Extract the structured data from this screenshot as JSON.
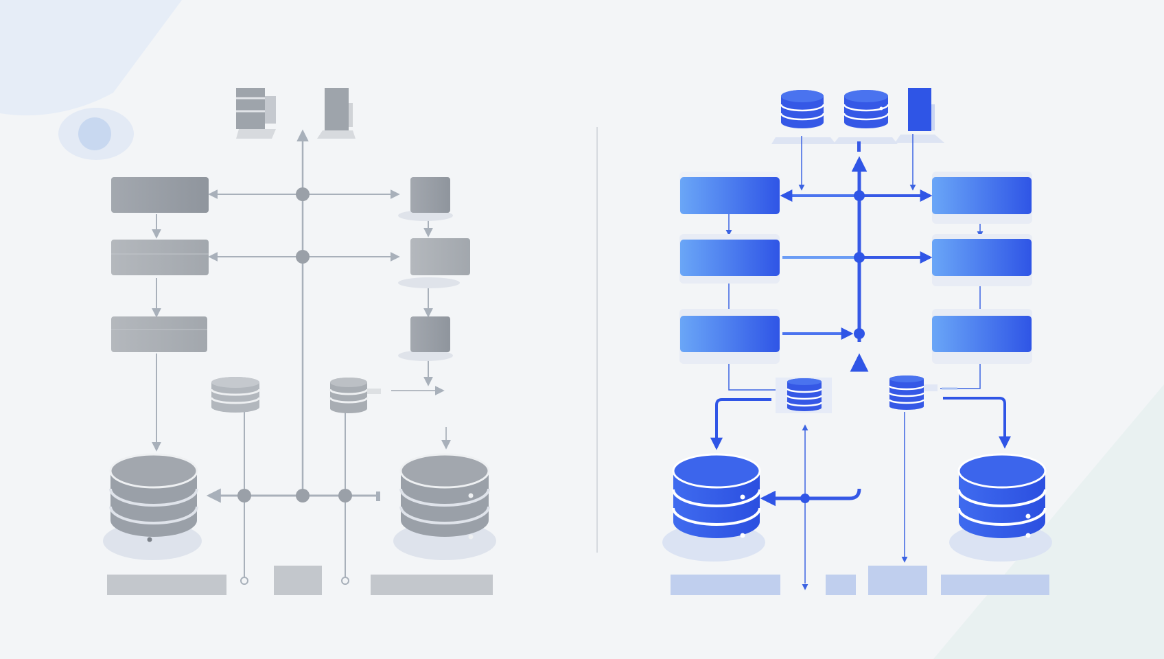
{
  "diagrams": [
    {
      "id": "before",
      "theme": "gray"
    },
    {
      "id": "after",
      "theme": "blue"
    }
  ],
  "colors": {
    "background": "#f3f5f7",
    "gray_node": "#9aa0a8",
    "gray_line": "#a8b0ba",
    "gray_base": "#c3c7cc",
    "blue_light": "#6aa6f7",
    "blue_dark": "#2f55e6",
    "blue_line": "#3b63e2",
    "blue_base": "#c0cfee",
    "divider": "#d6dadf"
  },
  "icons": [
    "server-icon",
    "database-icon",
    "storage-tower-icon"
  ]
}
